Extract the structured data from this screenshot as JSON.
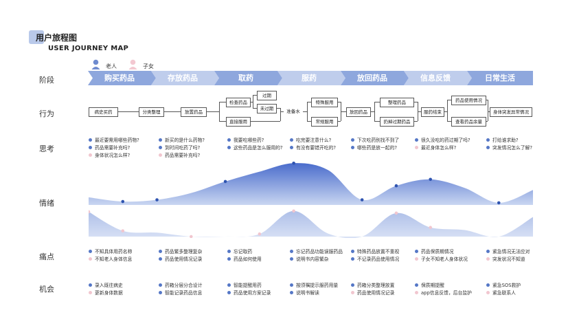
{
  "header": {
    "title_cn": "用户旅程图",
    "title_en": "USER JOURNEY MAP"
  },
  "legend": {
    "elder": "老人",
    "child": "子女"
  },
  "row_labels": {
    "stage": "阶段",
    "action": "行为",
    "thinking": "思考",
    "emotion": "情绪",
    "pain": "痛点",
    "opportunity": "机会"
  },
  "stages": [
    "购买药品",
    "存放药品",
    "取药",
    "服药",
    "放回药品",
    "信息反馈",
    "日常生活"
  ],
  "actions": {
    "a1": "病史买药",
    "a2": "分类整理",
    "a3": "放置药品",
    "a4": "检查药品",
    "a5": "过期",
    "a6": "未过期",
    "a7": "直接服用",
    "a8": "准备水",
    "a9": "特殊服用",
    "a10": "常规服用",
    "a11": "放回药品",
    "a12": "整理药品",
    "a13": "扔掉过期药品",
    "a14": "服药结束",
    "a15": "药品使用情况",
    "a16": "查看药品余量",
    "a17": "身体突发异常情况"
  },
  "thoughts": [
    [
      {
        "t": "最近要需用哪些药物?",
        "c": "blue"
      },
      {
        "t": "药品需要补充吗?",
        "c": "blue"
      },
      {
        "t": "身体状况怎么样?",
        "c": "pink"
      }
    ],
    [
      {
        "t": "新买的是什么药物?",
        "c": "blue"
      },
      {
        "t": "到时间吃药了吗?",
        "c": "blue"
      },
      {
        "t": "药品需要补充吗?",
        "c": "pink"
      }
    ],
    [
      {
        "t": "我要吃哪些药?",
        "c": "blue"
      },
      {
        "t": "这些药品是怎么服用的?",
        "c": "blue"
      }
    ],
    [
      {
        "t": "吃完要注意什么?",
        "c": "blue"
      },
      {
        "t": "有没有要错开吃的?",
        "c": "blue"
      }
    ],
    [
      {
        "t": "下次吃药别找不到了",
        "c": "blue"
      },
      {
        "t": "哪些药是放一起的?",
        "c": "blue"
      }
    ],
    [
      {
        "t": "很久没吃的药过期了吗?",
        "c": "blue"
      },
      {
        "t": "最近身体怎么样?",
        "c": "pink"
      }
    ],
    [
      {
        "t": "打给谁求助?",
        "c": "blue"
      },
      {
        "t": "突发情况怎么了解?",
        "c": "blue"
      }
    ]
  ],
  "emotion_curve": {
    "elder_level": [
      0.18,
      0.08,
      0.12,
      0.28,
      0.55,
      0.78,
      0.98,
      0.82,
      0.12,
      0.45,
      0.6,
      0.4,
      0.05,
      0.35
    ],
    "child_level": [
      0.95,
      0.22,
      0.15,
      0.0,
      0.0,
      0.1,
      0.98,
      0.12,
      0.0,
      0.9,
      0.35,
      0.25,
      0.0,
      0.75
    ]
  },
  "pain_points": [
    [
      {
        "t": "不知具体用药名称",
        "c": "blue"
      },
      {
        "t": "不知老人身体信息",
        "c": "pink"
      }
    ],
    [
      {
        "t": "药品繁多整理复杂",
        "c": "blue"
      },
      {
        "t": "药品使用情况记录",
        "c": "blue"
      }
    ],
    [
      {
        "t": "忘记取药",
        "c": "blue"
      },
      {
        "t": "药品如何使用",
        "c": "blue"
      }
    ],
    [
      {
        "t": "忘记药品功能误服药品",
        "c": "blue"
      },
      {
        "t": "说明书内容繁杂",
        "c": "blue"
      }
    ],
    [
      {
        "t": "特殊药品放置不重视",
        "c": "blue"
      },
      {
        "t": "不记录药品使用情况",
        "c": "blue"
      }
    ],
    [
      {
        "t": "药品保质期情况",
        "c": "blue"
      },
      {
        "t": "子女不知老人身体状况",
        "c": "pink"
      }
    ],
    [
      {
        "t": "紧急情况无法应对",
        "c": "blue"
      },
      {
        "t": "突发状况不知道",
        "c": "pink"
      }
    ]
  ],
  "opportunities": [
    [
      {
        "t": "录入既往病史",
        "c": "blue"
      },
      {
        "t": "更新身体数据",
        "c": "pink"
      }
    ],
    [
      {
        "t": "药箱分层分合设计",
        "c": "blue"
      },
      {
        "t": "智能记录药品信息",
        "c": "blue"
      }
    ],
    [
      {
        "t": "智能提醒用药",
        "c": "blue"
      },
      {
        "t": "药品使用方案记录",
        "c": "blue"
      }
    ],
    [
      {
        "t": "按须嘱提示服药用量",
        "c": "blue"
      },
      {
        "t": "说明书解读",
        "c": "blue"
      }
    ],
    [
      {
        "t": "药箱分类整理放置",
        "c": "blue"
      },
      {
        "t": "药品使用情况记录",
        "c": "pink"
      }
    ],
    [
      {
        "t": "保质期提醒",
        "c": "blue"
      },
      {
        "t": "app信息反馈，后台监护",
        "c": "pink"
      }
    ],
    [
      {
        "t": "紧急SOS救护",
        "c": "blue"
      },
      {
        "t": "紧急联系人",
        "c": "pink"
      }
    ]
  ],
  "colors": {
    "blue": "#5577c6",
    "pink": "#f1c6cf",
    "stage_dark": "#8ea7dd",
    "stage_light": "#bfcdec"
  }
}
